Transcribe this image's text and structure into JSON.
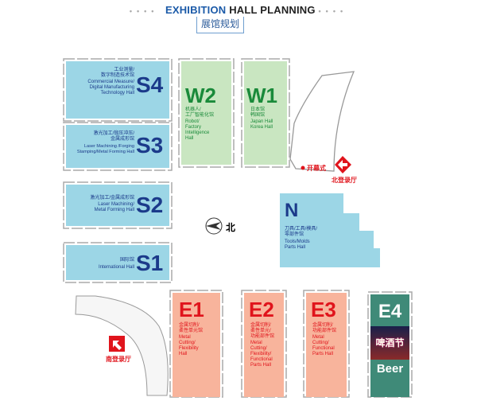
{
  "header": {
    "title_accent": "EXHIBITION",
    "title_rest": "HALL PLANNING",
    "subtitle": "展馆规划"
  },
  "halls": {
    "S4": {
      "code": "S4",
      "cn": "工业测量/\n数字制造技术馆",
      "en": "Commercial Measure/\nDigital Manufacturing\nTechnology Hall"
    },
    "S3": {
      "code": "S3",
      "cn": "激光加工/锻压冲压/\n金属成形馆",
      "en": "Laser Machining /Forging\nStamping/Metal Forming Hall"
    },
    "S2": {
      "code": "S2",
      "cn": "激光加工/金属成形馆",
      "en": "Laser Machining/\nMetal Forming Hall"
    },
    "S1": {
      "code": "S1",
      "cn": "国际馆",
      "en": "International Hall"
    },
    "W2": {
      "code": "W2",
      "cn": "机器人/\n工厂智能化馆",
      "en": "Robot/\nFactory\nIntelligence\nHall"
    },
    "W1": {
      "code": "W1",
      "cn": "日本馆\n韩国馆",
      "en": "Japan Hall\nKorea Hall"
    },
    "N": {
      "code": "N",
      "cn": "刀具/工具/模具/\n零部件馆",
      "en": "Tools/Molds\nParts Hall"
    },
    "E1": {
      "code": "E1",
      "cn": "金属切削/\n柔性单元馆",
      "en": "Metal\nCutting/\nFlexibility\nHall"
    },
    "E2": {
      "code": "E2",
      "cn": "金属切削/\n柔性单元/\n功能部件馆",
      "en": "Metal\nCutting/\nFlexibility/\nFunctional\nParts Hall"
    },
    "E3": {
      "code": "E3",
      "cn": "金属切削/\n功能部件馆",
      "en": "Metal\nCutting/\nFunctional\nParts Hall"
    },
    "E4": {
      "code": "E4",
      "banner": "啤酒节",
      "en": "Beer"
    }
  },
  "labels": {
    "north": "北",
    "north_hall": "北登录厅",
    "south_hall": "南登录厅",
    "opening": "开幕式"
  },
  "colors": {
    "s": "#9cd6e6",
    "w": "#c9e6c1",
    "e": "#f8b49c",
    "e4": "#3f8a78",
    "accent": "#e0141c",
    "blue": "#1b5aa8"
  }
}
